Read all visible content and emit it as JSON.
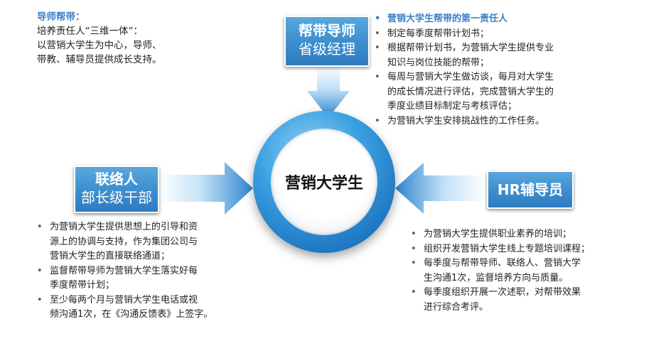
{
  "intro": {
    "title": "导师帮带：",
    "lines": [
      "培养责任人“三维一体”：",
      "以营销大学生为中心，导师、",
      "带教、辅导员提供成长支持。"
    ]
  },
  "center": {
    "label": "营销大学生"
  },
  "boxes": {
    "top": {
      "title": "帮带导师",
      "subtitle": "省级经理"
    },
    "left": {
      "title": "联络人",
      "subtitle": "部长级干部"
    },
    "right": {
      "title": "HR辅导员"
    }
  },
  "lists": {
    "mentor": {
      "heading": "营销大学生帮带的第一责任人",
      "items": [
        [
          "制定每季度帮带计划书；"
        ],
        [
          "根据帮带计划书，为营销大学生提供专业",
          "知识与岗位技能的帮带；"
        ],
        [
          "每周与营销大学生做访谈，每月对大学生",
          "的成长情况进行评估，完成营销大学生的",
          "季度业绩目标制定与考核评估；"
        ],
        [
          "为营销大学生安排挑战性的工作任务。"
        ]
      ]
    },
    "liaison": {
      "items": [
        [
          "为营销大学生提供思想上的引导和资",
          "源上的协调与支持，作为集团公司与",
          "营销大学生的直接联络通道；"
        ],
        [
          "监督帮带导师为营销大学生落实好每",
          "季度帮带计划；"
        ],
        [
          "至少每两个月与营销大学生电话或视",
          "频沟通1次，在《沟通反馈表》上签字。"
        ]
      ]
    },
    "hr": {
      "items": [
        [
          "为营销大学生提供职业素养的培训；"
        ],
        [
          "组织开发营销大学生线上专题培训课程；"
        ],
        [
          "每季度与帮带导师、联络人、营销大学",
          "生沟通1次，监督培养方向与质量。"
        ],
        [
          "每季度组织开展一次述职，对帮带效果",
          "进行综合考评。"
        ]
      ]
    }
  },
  "colors": {
    "accent": "#3a7fc8",
    "box": "#3d8fcf",
    "arrow": "#2f86cf"
  }
}
